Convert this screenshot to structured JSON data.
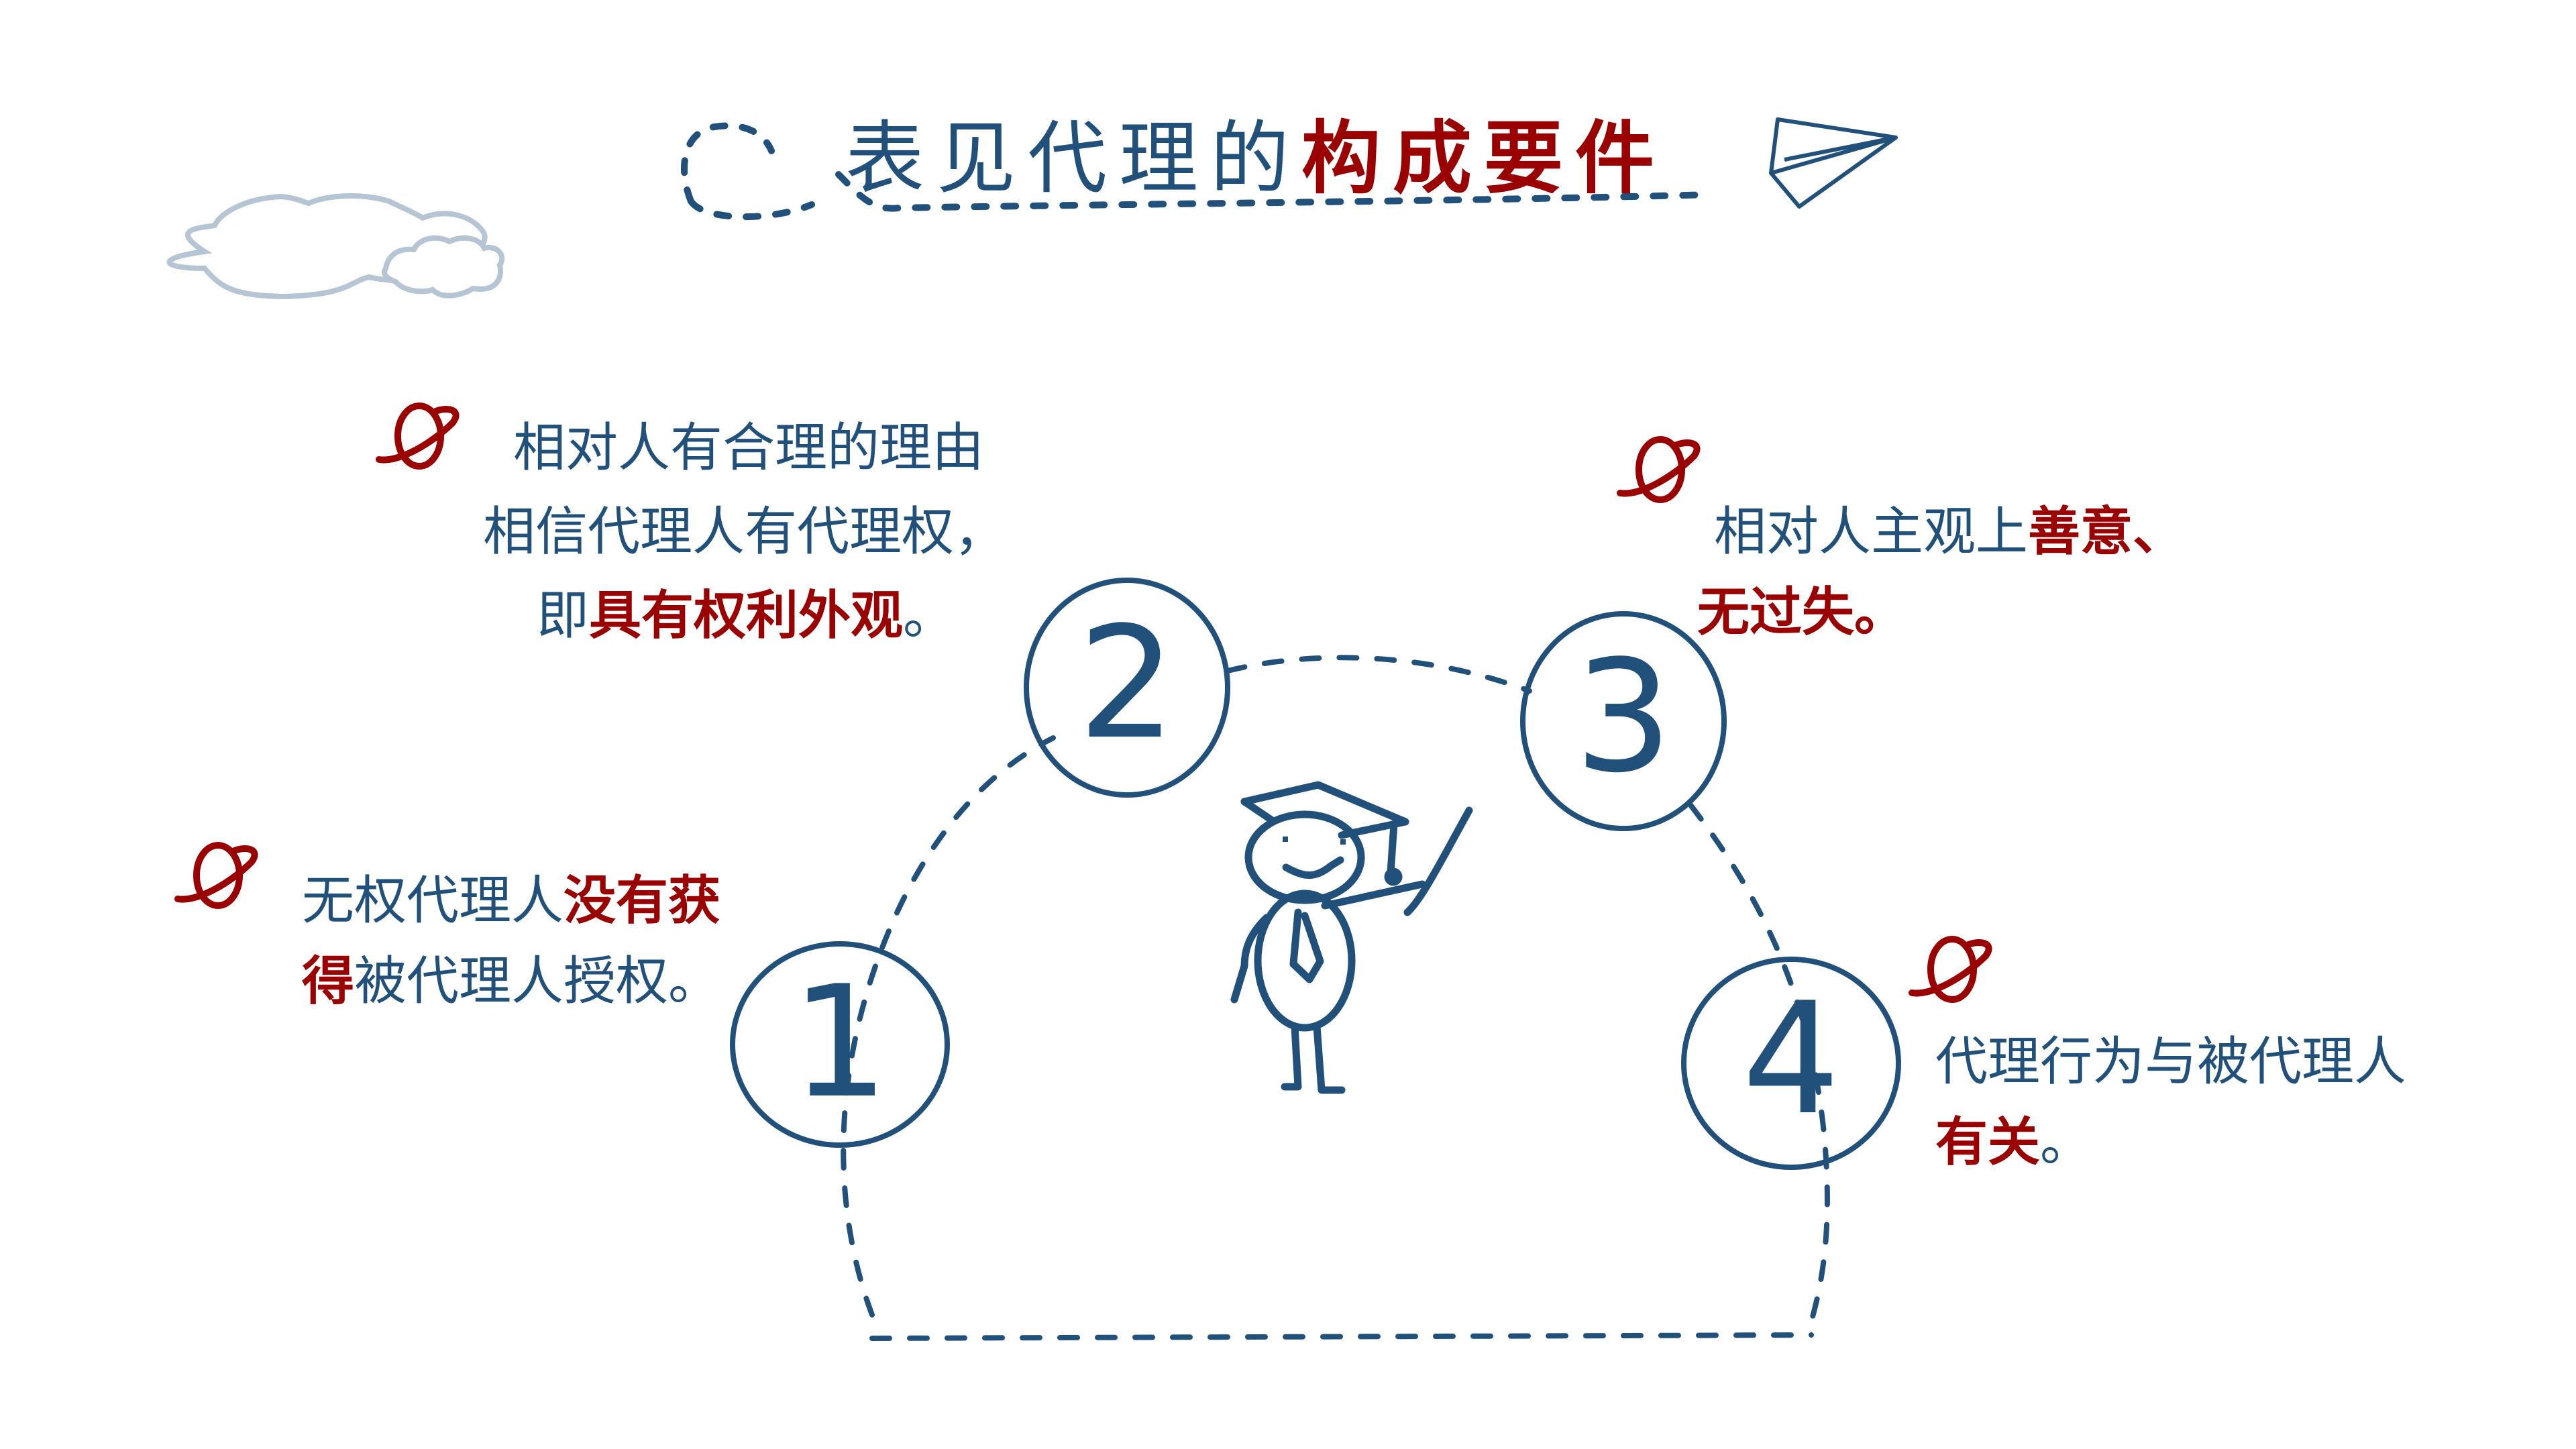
{
  "title": {
    "part1": "表见代理的",
    "part2": "构成要件",
    "colors": {
      "blue": "#21507a",
      "red": "#9b0000"
    }
  },
  "decorations": {
    "cloud_icon": "cloud-outline",
    "paper_plane_icon": "paper-airplane",
    "bullet_icon": "planet-ring-red",
    "character_icon": "graduate-stick-figure-with-pointer"
  },
  "items": [
    {
      "number": "1",
      "line1_plain": "无权代理人",
      "line1_em": "没有获",
      "line2_em": "得",
      "line2_plain": "被代理人授权。"
    },
    {
      "number": "2",
      "line1_plain": "相对人有合理的理由",
      "line2_plain": "相信代理人有代理权，",
      "line3_plain": "即",
      "line3_em": "具有权利外观",
      "line3_end": "。"
    },
    {
      "number": "3",
      "line1_plain": "相对人主观上",
      "line1_em": "善意、",
      "line2_em": "无过失",
      "line2_end": "。"
    },
    {
      "number": "4",
      "line1_plain": "代理行为与被代理人",
      "line2_em": "有关",
      "line2_end": "。"
    }
  ]
}
